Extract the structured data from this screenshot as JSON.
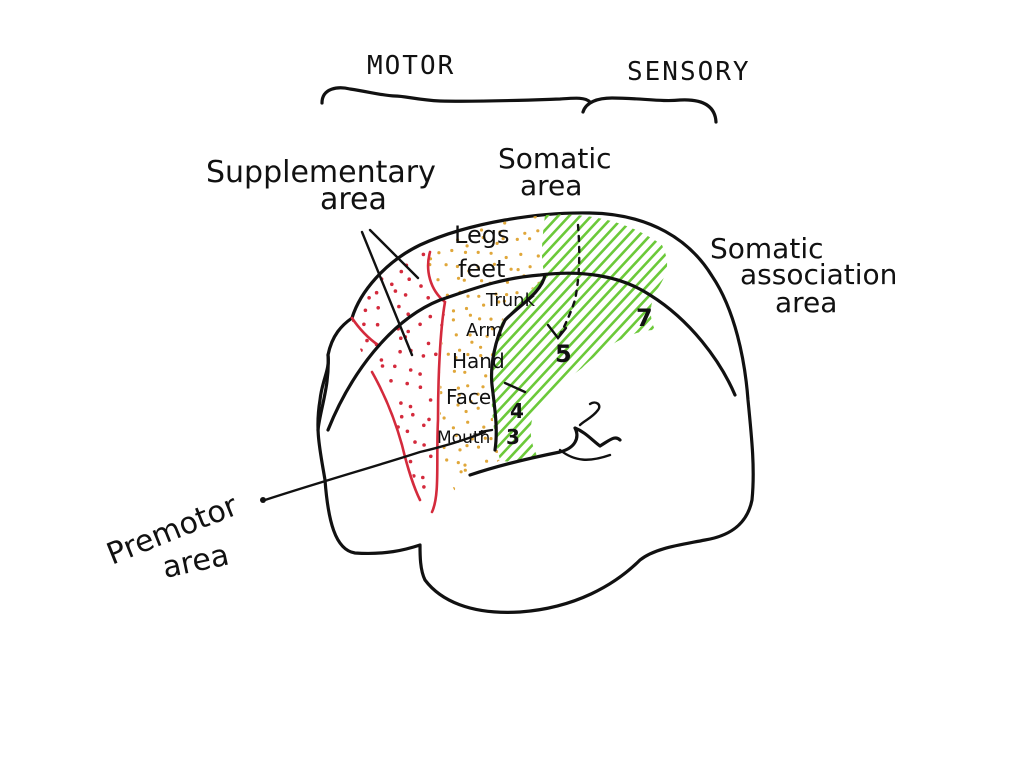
{
  "labels": {
    "motor": "MOTOR",
    "sensory": "SENSORY",
    "supplementary_line1": "Supplementary",
    "supplementary_line2": "area",
    "somatic_line1": "Somatic",
    "somatic_line2": "area",
    "association_line1": "Somatic",
    "association_line2": "association",
    "association_line3": "area",
    "premotor_line1": "Premotor",
    "premotor_line2": "area"
  },
  "body_parts": {
    "legs": "Legs",
    "feet": "feet",
    "trunk": "Trunk",
    "arm": "Arm",
    "hand": "Hand",
    "face": "Face",
    "mouth": "Mouth"
  },
  "area_numbers": {
    "five": "5",
    "seven": "7",
    "four": "4",
    "three": "3"
  },
  "colors": {
    "outline": "#111111",
    "premotor_red": "#d42a3c",
    "motor_dots_orange": "#e0a73a",
    "sensory_green": "#6cc93a",
    "background": "#ffffff"
  }
}
